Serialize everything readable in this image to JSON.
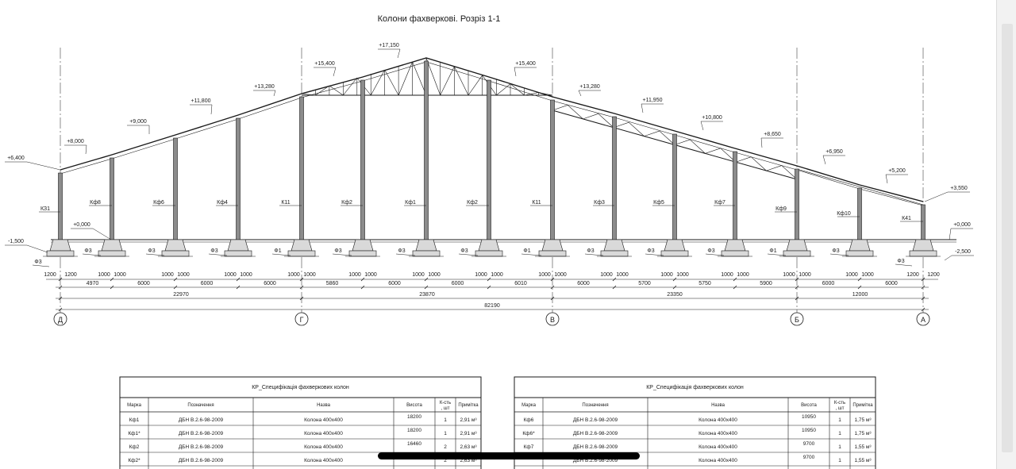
{
  "drawing": {
    "title": "Колони фахверкові. Розріз 1-1",
    "elevations": [
      "-1,500",
      "+6,400",
      "+8,000",
      "+9,000",
      "+11,800",
      "+13,280",
      "+15,400",
      "+17,150",
      "+15,400",
      "+13,280",
      "+11,950",
      "+10,800",
      "+8,650",
      "+6,950",
      "+5,200",
      "+3,550",
      "+0,000",
      "+0,000",
      "-2,500"
    ],
    "column_marks": [
      "КЗ1",
      "Кф8",
      "Кф6",
      "Кф4",
      "К11",
      "Кф2",
      "Кф1",
      "Кф2",
      "К11",
      "Кф3",
      "Кф5",
      "Кф7",
      "Кф9",
      "Кф10",
      "К41"
    ],
    "foundation_marks": [
      "Ф3",
      "Ф3",
      "Ф3",
      "Ф3",
      "Ф1",
      "Ф3",
      "Ф3",
      "Ф3",
      "Ф1",
      "Ф3",
      "Ф3",
      "Ф3",
      "Ф1",
      "Ф3",
      "Ф3"
    ],
    "base_dims": [
      "1200",
      "1200",
      "1000",
      "1000",
      "1000",
      "1000",
      "1000",
      "1000",
      "1000",
      "1000",
      "1000",
      "1000",
      "1000",
      "1000",
      "1000",
      "1000",
      "1000",
      "1000",
      "1000",
      "1000",
      "1000",
      "1000",
      "1000",
      "1000",
      "1000",
      "1000",
      "1000",
      "1000",
      "1200",
      "1200"
    ],
    "spans": [
      "4970",
      "6000",
      "6000",
      "6000",
      "5860",
      "6000",
      "6000",
      "6010",
      "6000",
      "5700",
      "5750",
      "5900",
      "6000",
      "6000"
    ],
    "totals": [
      "22970",
      "23870",
      "23350",
      "12000"
    ],
    "overall": "82190",
    "axes": [
      "Д",
      "Г",
      "В",
      "Б",
      "А"
    ]
  },
  "tables": [
    {
      "title": "КР_Специфікація фахверкових колон",
      "headers": [
        "Марка",
        "Позначення",
        "Назва",
        "Висота",
        "К-сть , шт",
        "Примітка"
      ],
      "rows": [
        [
          "Кф1",
          "ДБН В.2.6-98-2009",
          "Колона 400х400",
          "18200",
          "1",
          "2,91 м³"
        ],
        [
          "Кф1*",
          "ДБН В.2.6-98-2009",
          "Колона 400х400",
          "18200",
          "1",
          "2,91 м³"
        ],
        [
          "Кф2",
          "ДБН В.2.6-98-2009",
          "Колона 400х400",
          "16460",
          "2",
          "2,63 м³"
        ],
        [
          "Кф2*",
          "ДБН В.2.6-98-2009",
          "Колона 400х400",
          "",
          "2",
          "2,63 м³"
        ]
      ]
    },
    {
      "title": "КР_Специфікація фахверкових колон",
      "headers": [
        "Марка",
        "Позначення",
        "Назва",
        "Висота",
        "К-сть , шт",
        "Примітка"
      ],
      "rows": [
        [
          "Кф6",
          "ДБН В.2.6-98-2009",
          "Колона 400х400",
          "10950",
          "1",
          "1,75 м³"
        ],
        [
          "Кф6*",
          "ДБН В.2.6-98-2009",
          "Колона 400х400",
          "10950",
          "1",
          "1,75 м³"
        ],
        [
          "Кф7",
          "ДБН В.2.6-98-2009",
          "Колона 400х400",
          "9700",
          "1",
          "1,55 м³"
        ],
        [
          "",
          "ДБН В.2.6-98-2009",
          "Колона 400х400",
          "9700",
          "1",
          "1,55 м³"
        ]
      ]
    }
  ],
  "colors": {
    "line": "#1a1a1a",
    "column_fill": "#8c8c8c",
    "redaction": "#000000"
  }
}
